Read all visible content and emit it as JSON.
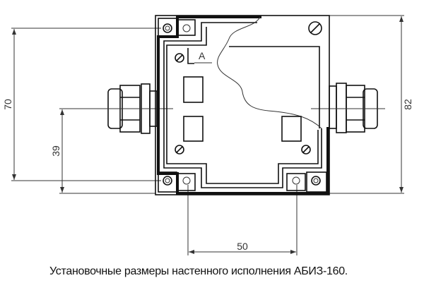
{
  "drawing": {
    "dimensions": {
      "height_mount": "70",
      "gland_height": "39",
      "overall_height": "82",
      "mount_width": "50"
    },
    "section_label": "A"
  },
  "caption": "Установочные размеры настенного исполнения АБИЗ-160."
}
